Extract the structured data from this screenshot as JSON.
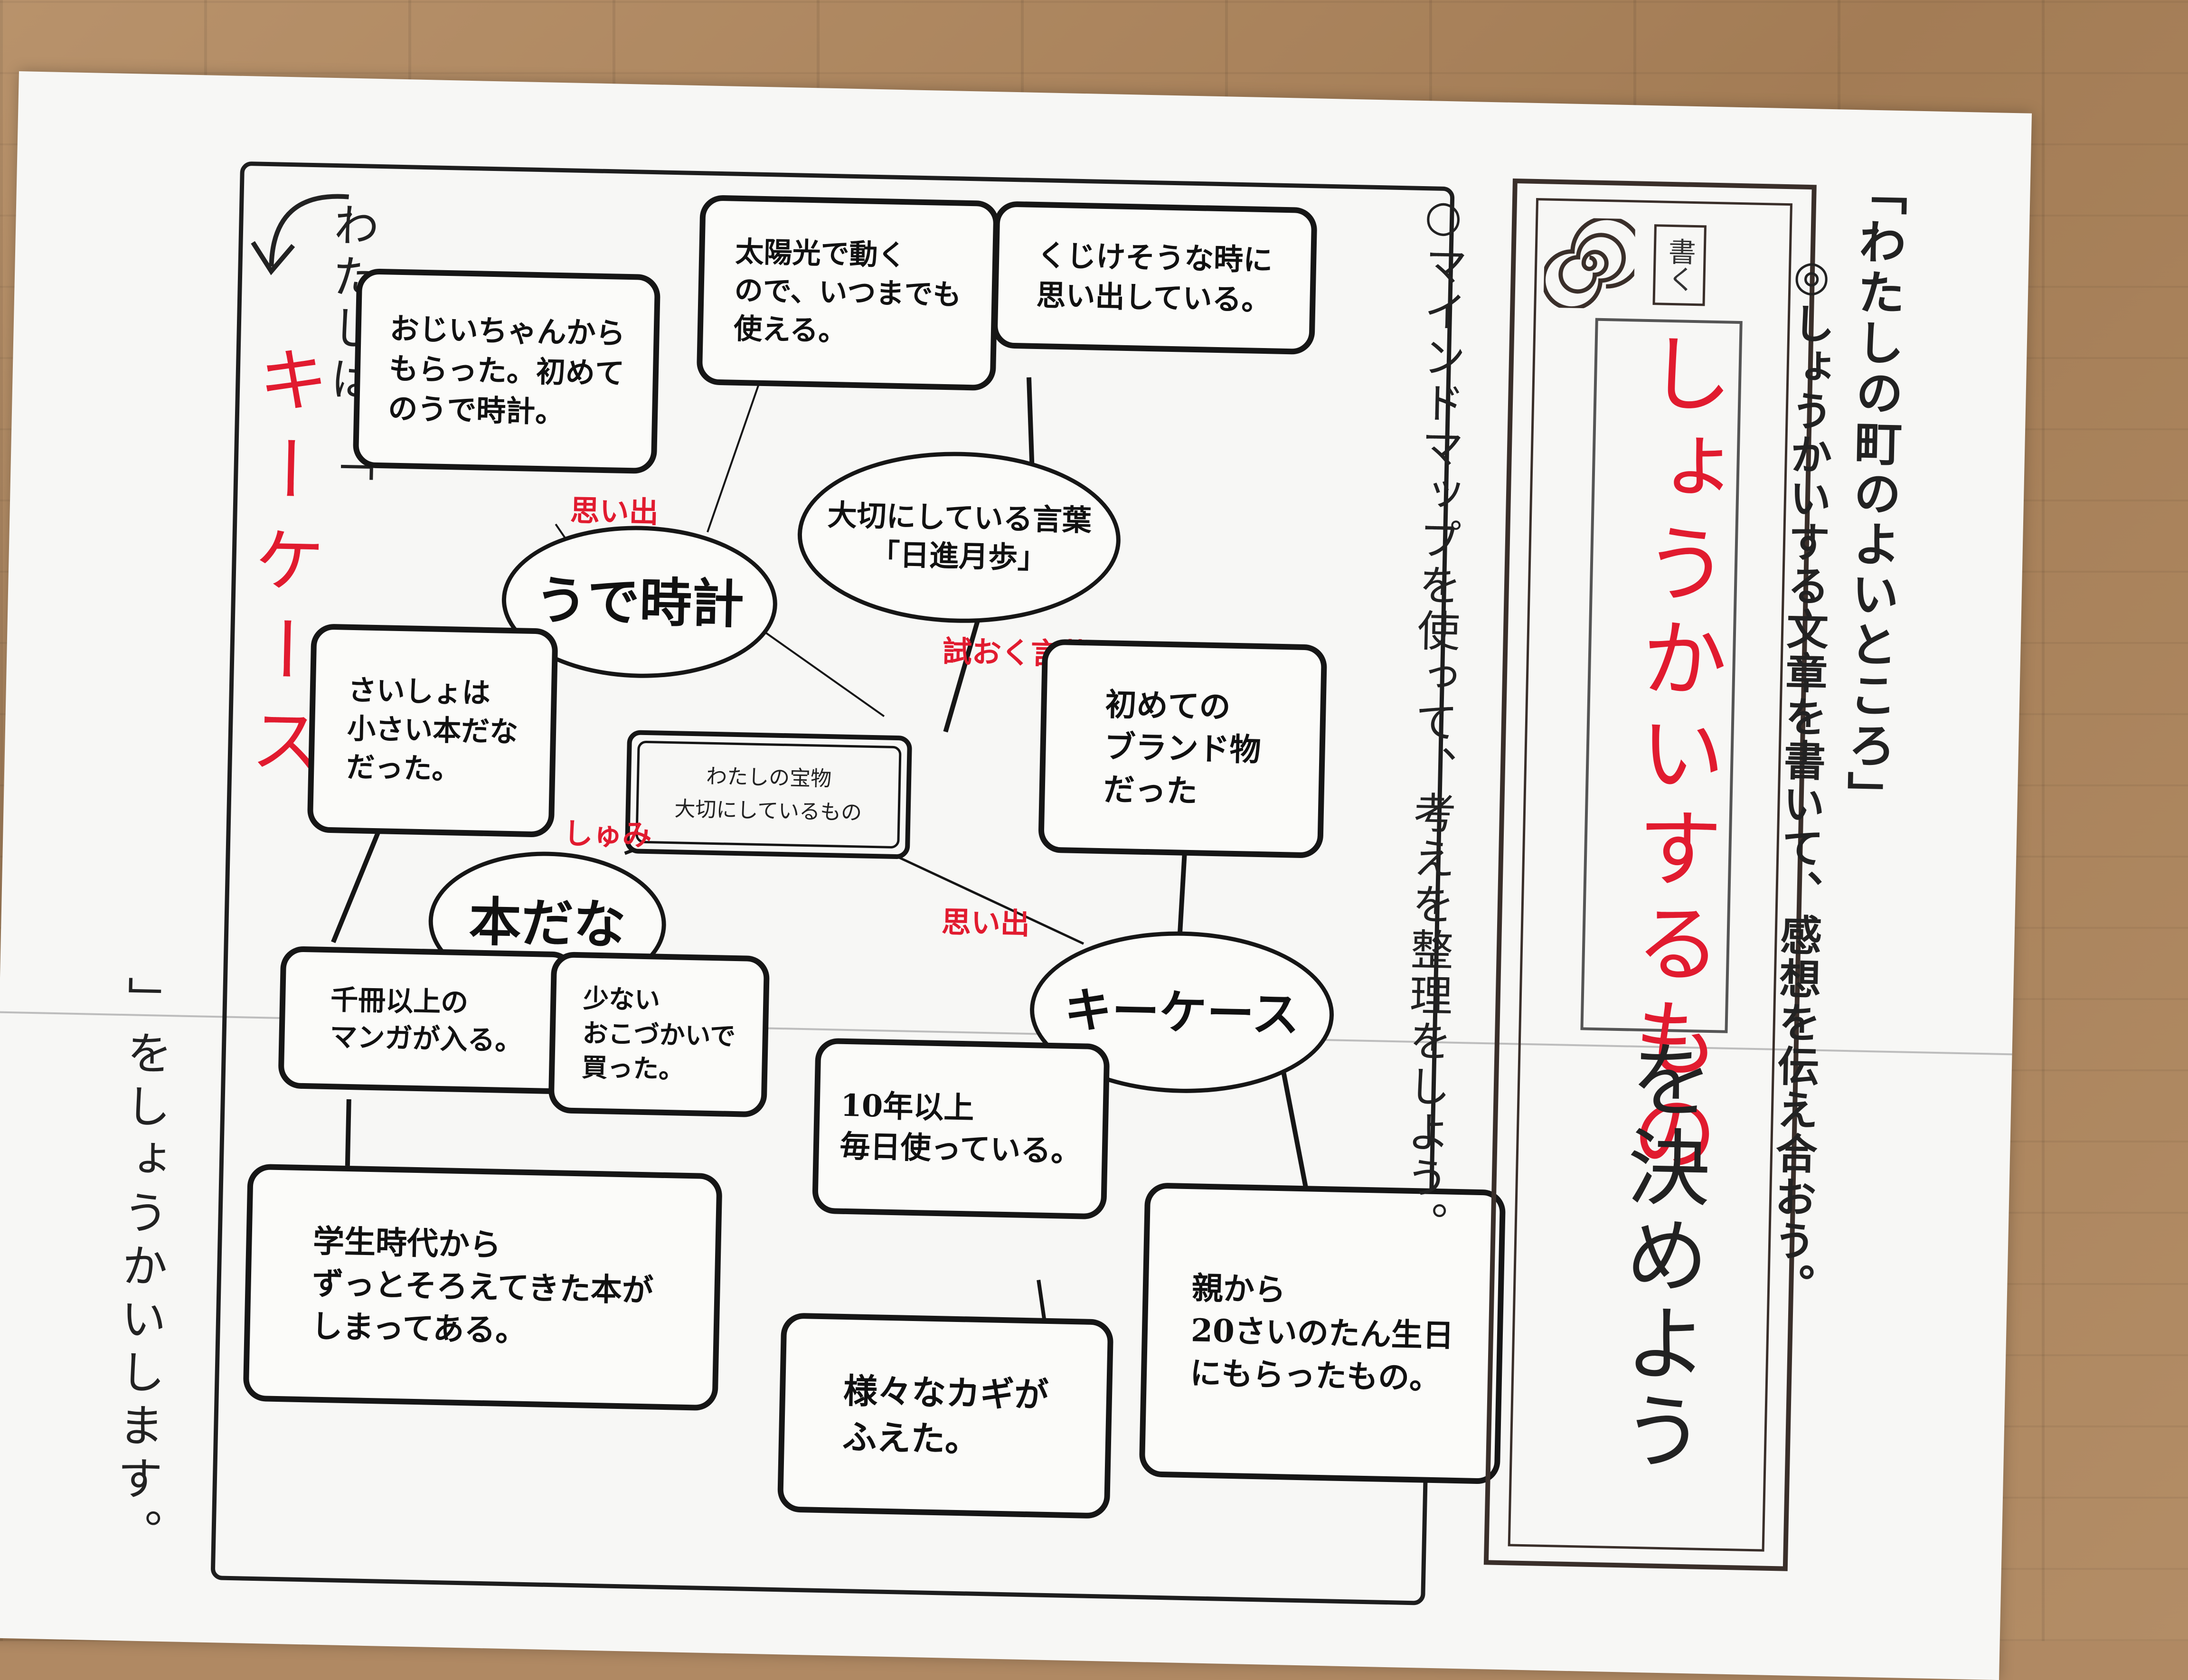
{
  "header": {
    "unit_title": "「わたしの町のよいところ」",
    "goal": "◎しょうかいする文章を書いて、感想を伝え合おう。",
    "kaku_badge": "書く",
    "lesson_title_red": "しょうかいするもの",
    "lesson_title_rest": "を決めよう",
    "instruction": "○マインドマップを使って、考えを整理をしよう。"
  },
  "sentence": {
    "part1": "わたしは、「",
    "answer_red": "キーケース",
    "part2": "」をしょうかいします。"
  },
  "mindmap": {
    "center": {
      "line1": "わたしの宝物",
      "line2": "大切にしているもの"
    },
    "nodes": {
      "watch": "うで時計",
      "bookshelf": "本だな",
      "words": "大切にしている言葉\n「日進月歩」",
      "keycase": "キーケース"
    },
    "categories": {
      "watch": "思い出",
      "bookshelf": "しゅみ",
      "words": "試おく言葉",
      "keycase": "思い出"
    },
    "notes": {
      "grandpa": "おじいちゃんから\nもらった。初めて\nのうで時計。",
      "solar": "太陽光で動く\nので、いつまでも\n使える。",
      "discouraged": "くじけそうな時に\n思い出している。",
      "brand": "初めての\nブランド物\nだった",
      "small_shelf": "さいしょは\n小さい本だな\nだった。",
      "manga": "千冊以上の\nマンガが入る。",
      "allowance": "少ない\nおこづかいで\n買った。",
      "student": "学生時代から\nずっとそろえてきた本が\nしまってある。",
      "ten_years": "10年以上\n毎日使っている。",
      "keys": "様々なカギが\nふえた。",
      "parents": "親から\n20さいのたん生日\nにもらったもの。"
    }
  },
  "colors": {
    "red": "#e11b2f",
    "ink": "#161616",
    "paper": "#f7f7f5"
  },
  "icons": [
    "spiral-icon",
    "curved-arrow-icon"
  ]
}
